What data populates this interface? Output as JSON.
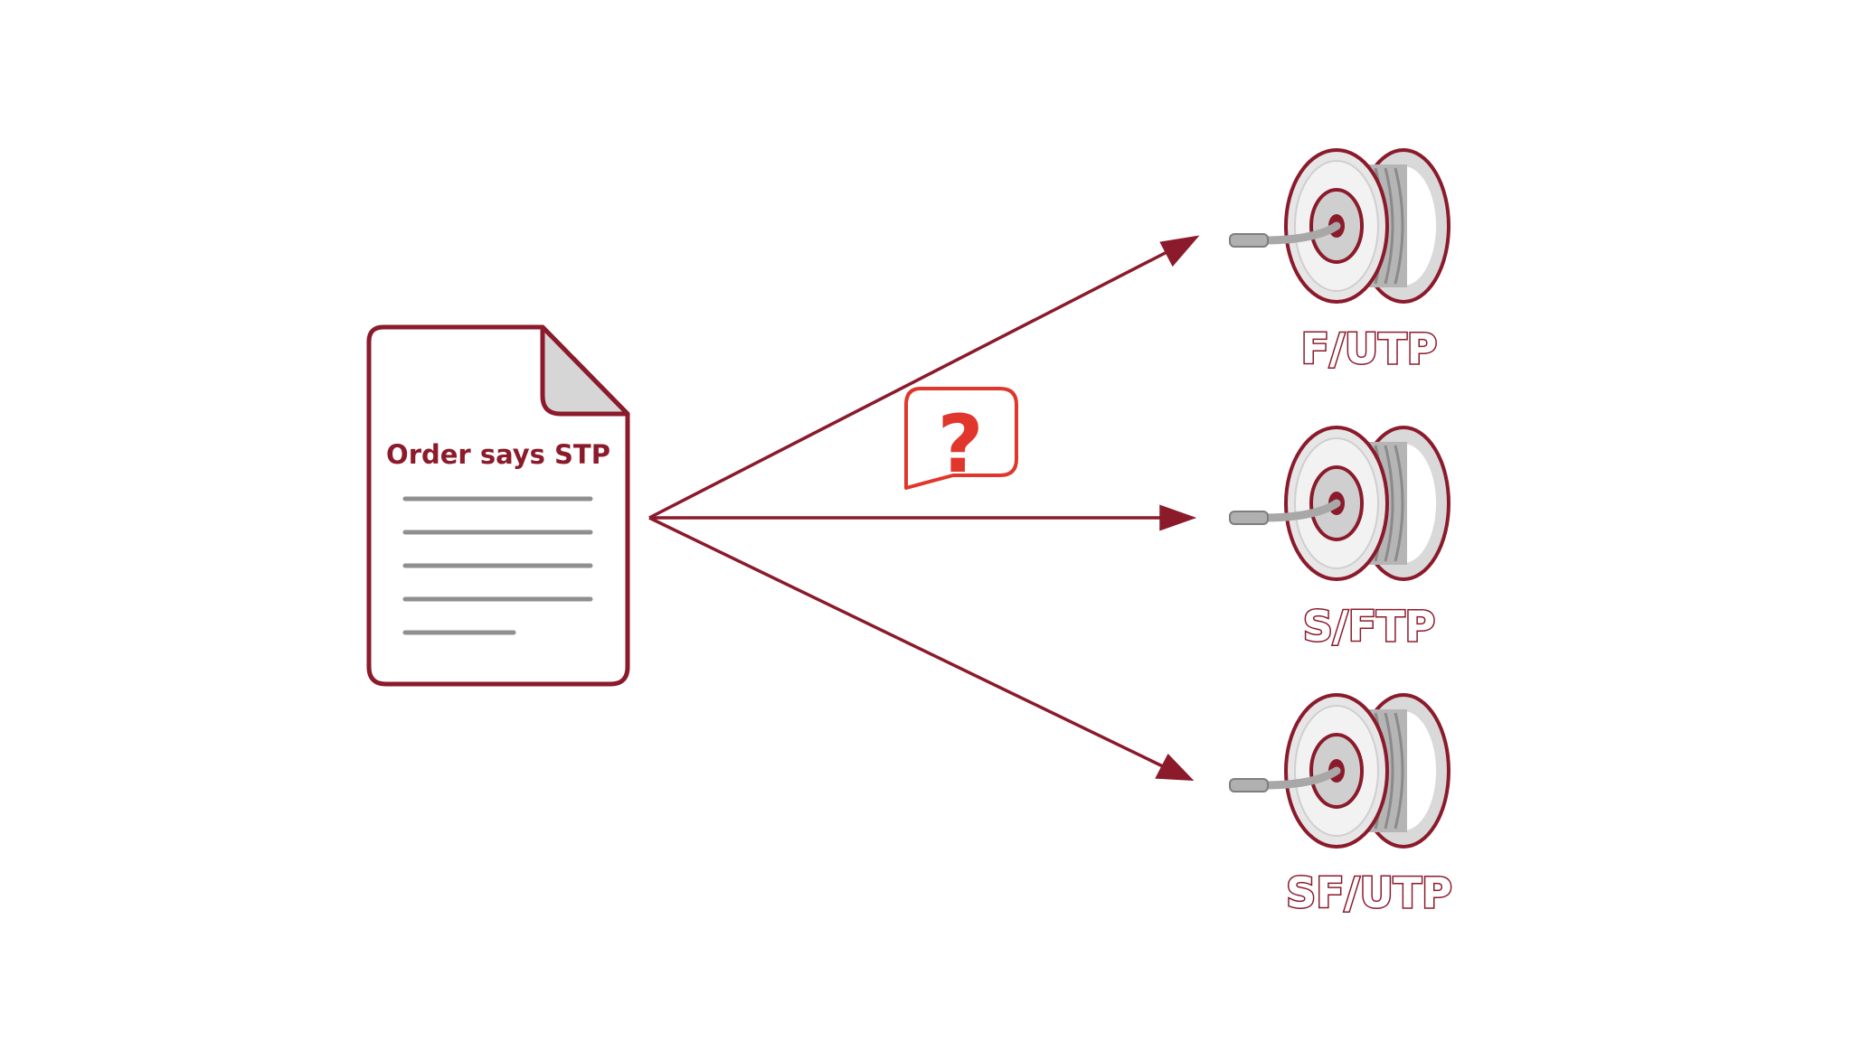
{
  "document": {
    "title": "Order says STP",
    "line_count": 5
  },
  "question_mark": "?",
  "spools": [
    {
      "label": "F/UTP"
    },
    {
      "label": "S/FTP"
    },
    {
      "label": "SF/UTP"
    }
  ],
  "colors": {
    "maroon": "#8b1a2b",
    "red": "#e0362c",
    "gray": "#9a9a9a",
    "light_gray": "#d9d9d9",
    "white": "#ffffff"
  }
}
